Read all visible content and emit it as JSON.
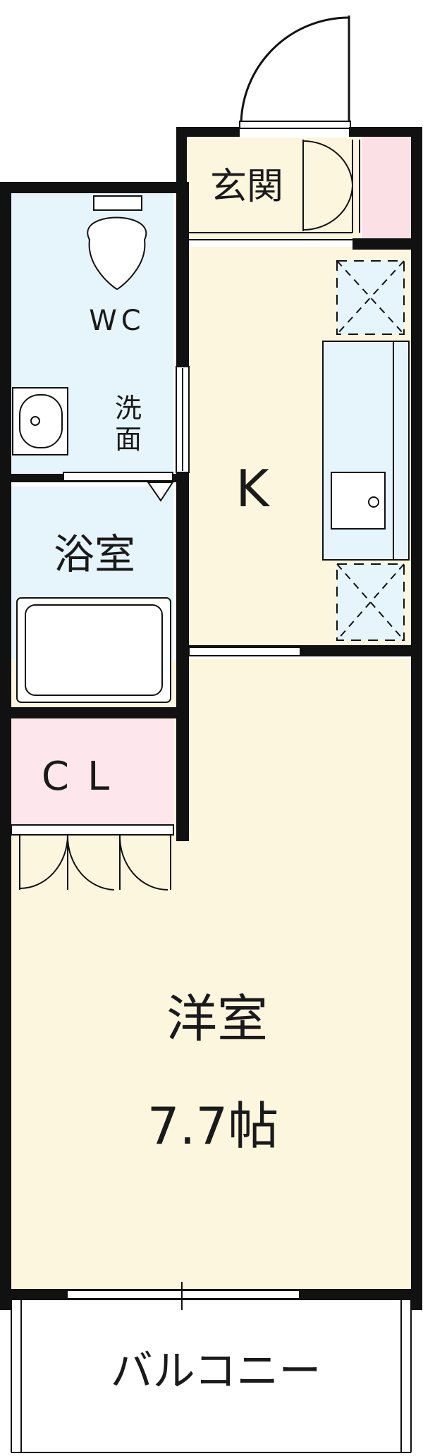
{
  "rooms": {
    "entrance": "玄関",
    "wc": "WC",
    "washroom": "洗\n面",
    "bath": "浴室",
    "kitchen": "K",
    "closet": "CL",
    "western_room": "洋室",
    "western_room_size": "7.7帖",
    "balcony": "バルコニー"
  },
  "colors": {
    "wall": "#111111",
    "wet_area": "#e6f4fb",
    "floor": "#fdf6df",
    "closet": "#fde6ec",
    "entrance_box": "#fbe0e6"
  }
}
